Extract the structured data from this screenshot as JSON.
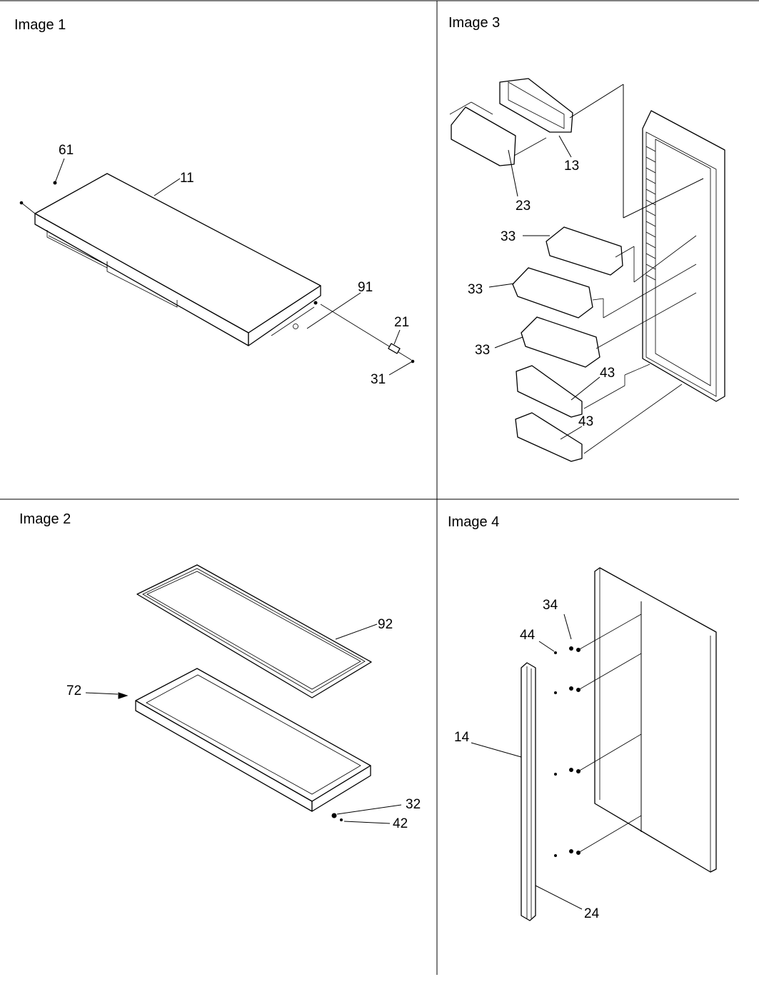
{
  "panels": {
    "image1": {
      "title": "Image 1",
      "callouts": {
        "c61": "61",
        "c11": "11",
        "c91": "91",
        "c21": "21",
        "c31": "31"
      }
    },
    "image2": {
      "title": "Image 2",
      "callouts": {
        "c92": "92",
        "c72": "72",
        "c32": "32",
        "c42": "42"
      }
    },
    "image3": {
      "title": "Image 3",
      "callouts": {
        "c13": "13",
        "c23": "23",
        "c33a": "33",
        "c33b": "33",
        "c33c": "33",
        "c43a": "43",
        "c43b": "43"
      }
    },
    "image4": {
      "title": "Image 4",
      "callouts": {
        "c34": "34",
        "c44": "44",
        "c14": "14",
        "c24": "24"
      }
    }
  }
}
